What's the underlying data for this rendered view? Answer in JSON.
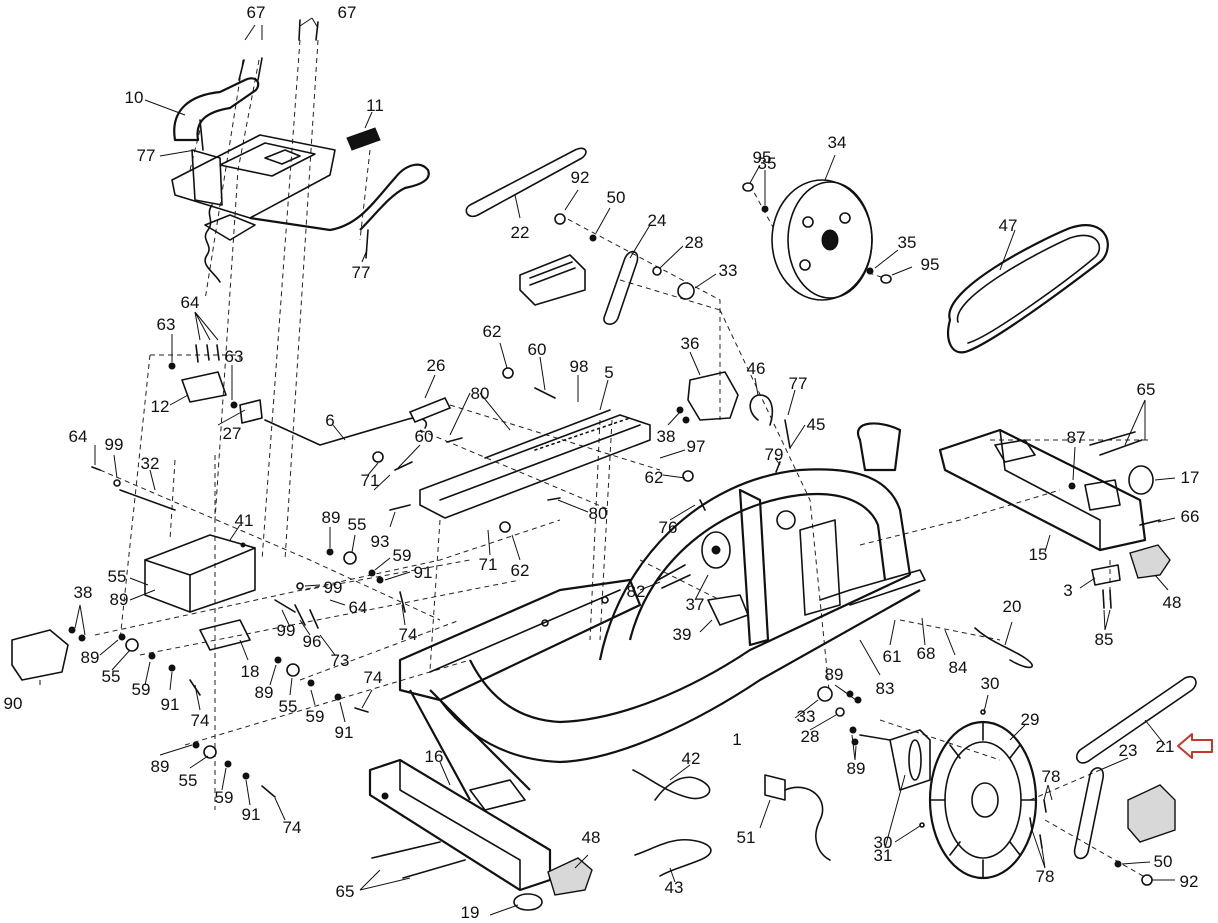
{
  "diagram": {
    "highlight_color": "#c0392b",
    "highlighted_part": "21",
    "callouts": [
      "67",
      "67",
      "10",
      "77",
      "11",
      "77",
      "22",
      "92",
      "50",
      "24",
      "28",
      "33",
      "95",
      "35",
      "34",
      "35",
      "95",
      "47",
      "64",
      "63",
      "63",
      "12",
      "27",
      "62",
      "60",
      "98",
      "5",
      "26",
      "6",
      "80",
      "36",
      "46",
      "77",
      "45",
      "38",
      "97",
      "64",
      "99",
      "32",
      "60",
      "79",
      "62",
      "71",
      "93",
      "80",
      "76",
      "65",
      "87",
      "17",
      "66",
      "15",
      "41",
      "89",
      "55",
      "59",
      "91",
      "55",
      "89",
      "99",
      "64",
      "74",
      "99",
      "96",
      "73",
      "71",
      "62",
      "82",
      "37",
      "39",
      "3",
      "48",
      "85",
      "38",
      "90",
      "89",
      "55",
      "59",
      "91",
      "74",
      "89",
      "55",
      "59",
      "91",
      "74",
      "18",
      "20",
      "61",
      "68",
      "84",
      "83",
      "30",
      "89",
      "33",
      "28",
      "29",
      "89",
      "1",
      "16",
      "42",
      "21",
      "23",
      "89",
      "55",
      "59",
      "91",
      "74",
      "51",
      "31",
      "78",
      "30",
      "78",
      "50",
      "92",
      "48",
      "65",
      "43",
      "19"
    ]
  }
}
